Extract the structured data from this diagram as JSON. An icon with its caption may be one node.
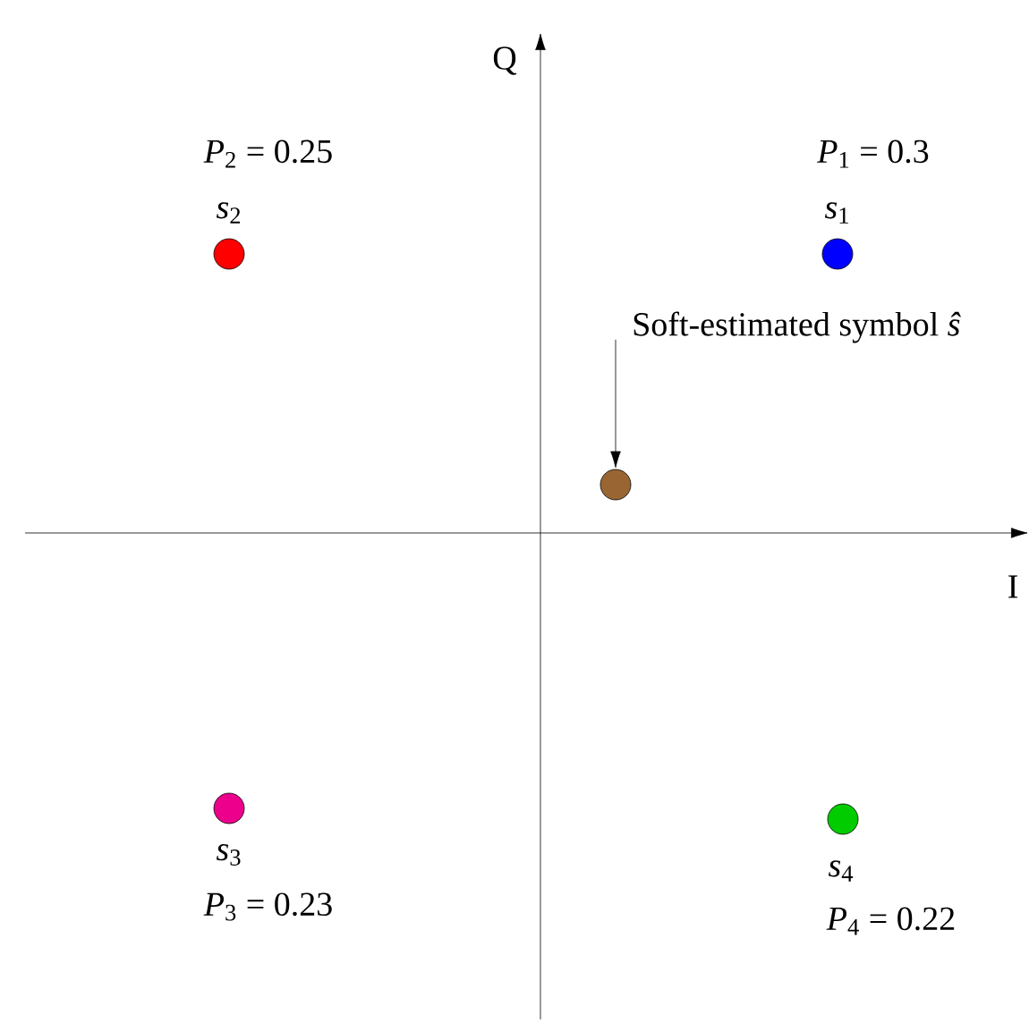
{
  "diagram": {
    "nodes": [
      {
        "text": [],
        "shape": "circle",
        "beside": [
          "*s*$_{2}$",
          "*P*$_{2}$ = 0.25"
        ]
      },
      {
        "text": [],
        "shape": "circle",
        "beside": [
          "*s*$_{1}$",
          "*P*$_{1}$ = 0.3"
        ]
      },
      {
        "text": [
          "Soft-estimated symbol *ŝ*"
        ]
      },
      {
        "text": [],
        "shape": "circle"
      },
      {
        "text": [],
        "shape": "circle",
        "beside": [
          "*s*$_{3}$",
          "*P*$_{3}$ = 0.23"
        ]
      },
      {
        "text": [],
        "shape": "circle",
        "beside": [
          "*s*$_{4}$",
          "*P*$_{4}$ = 0.22"
        ]
      }
    ],
    "edges": [
      {
        "from": 2,
        "to": 3,
        "arrow": "to"
      }
    ],
    "labels": [
      "Q",
      "I"
    ]
  }
}
